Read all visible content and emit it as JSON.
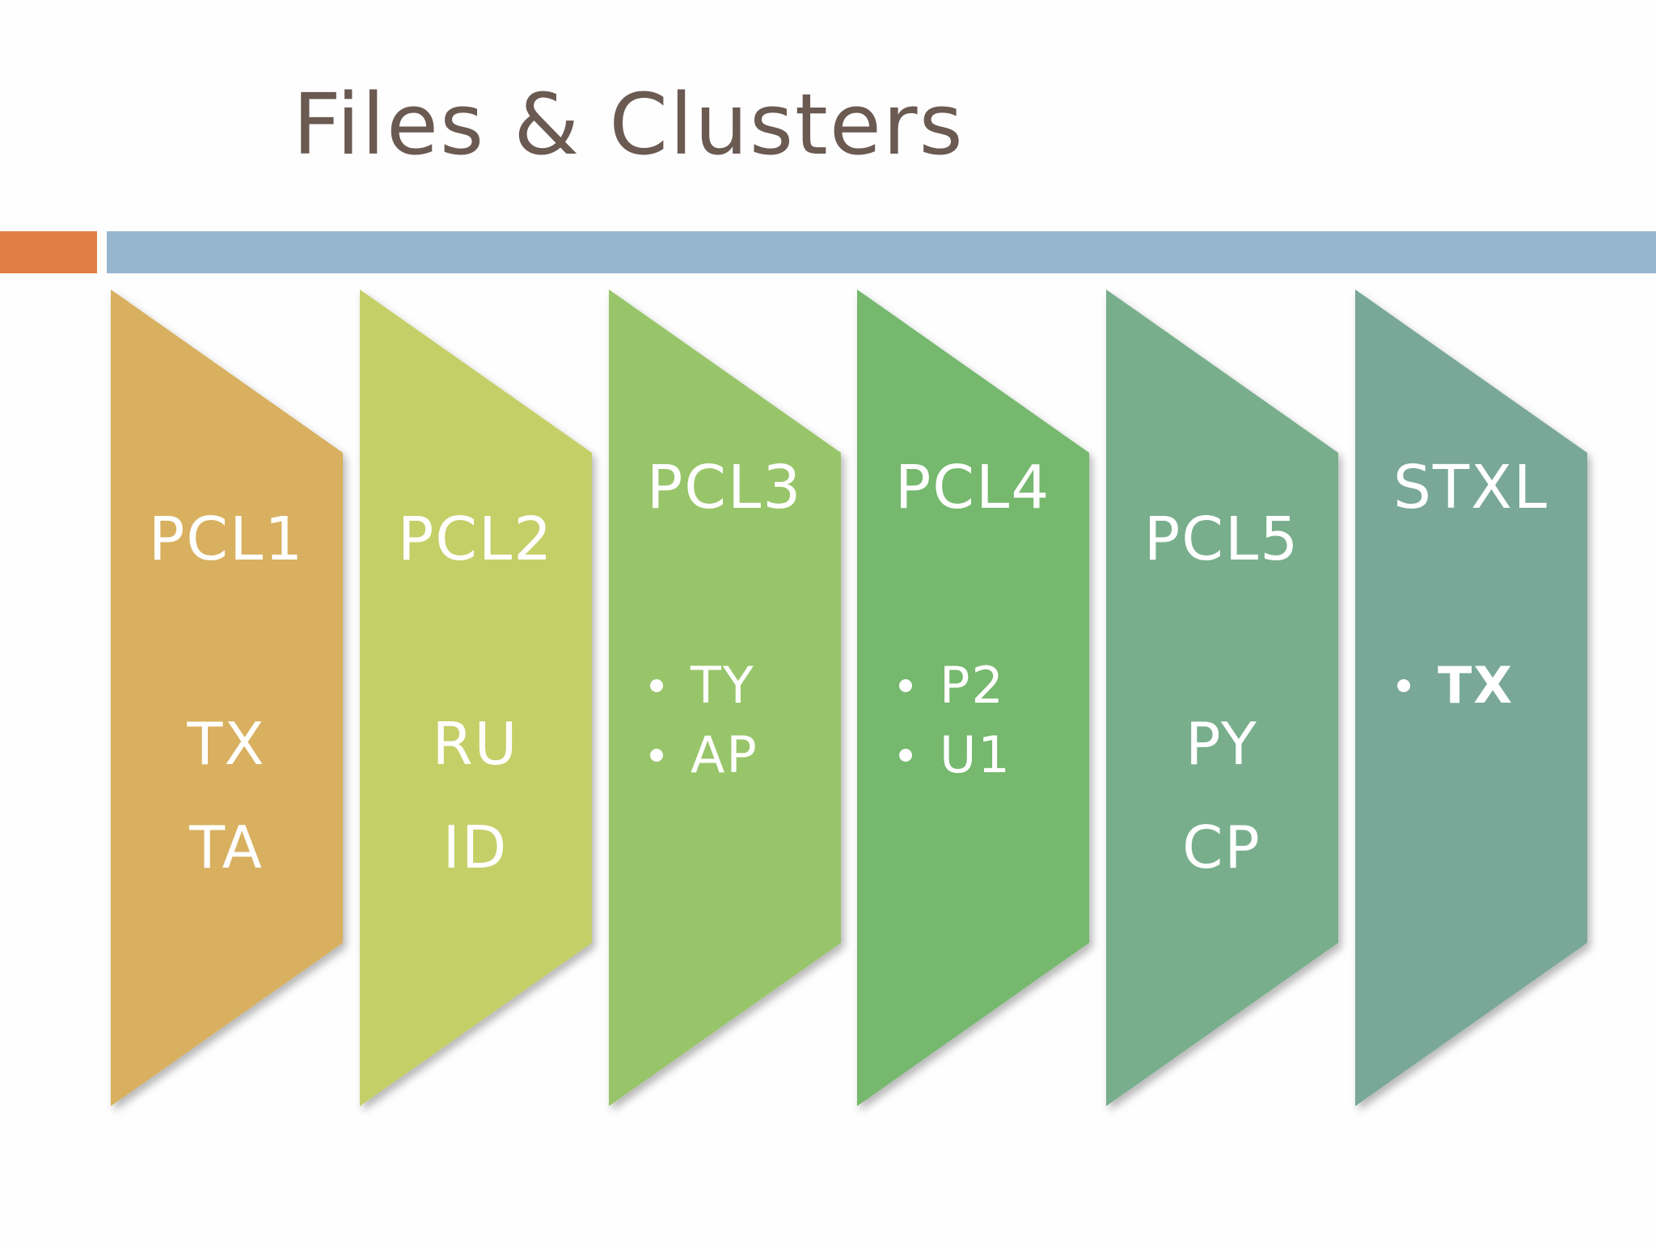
{
  "slide": {
    "title": "Files & Clusters",
    "accent_color": "#e07f43",
    "rule_color": "#96b5cf",
    "title_color": "#6b5a52"
  },
  "blocks": [
    {
      "heading": "PCL1",
      "items": [
        "TX",
        "TA"
      ],
      "bullets": [],
      "color": "#d8b05e"
    },
    {
      "heading": "PCL2",
      "items": [
        "RU",
        "ID"
      ],
      "bullets": [],
      "color": "#c5cf68"
    },
    {
      "heading": "PCL3",
      "items": [],
      "bullets": [
        "TY",
        "AP"
      ],
      "color": "#98c56b"
    },
    {
      "heading": "PCL4",
      "items": [],
      "bullets": [
        "P2",
        "U1"
      ],
      "color": "#74b86e"
    },
    {
      "heading": "PCL5",
      "items": [
        "PY",
        "CP"
      ],
      "bullets": [],
      "color": "#78ae8c"
    },
    {
      "heading": "STXL",
      "items": [],
      "bullets": [
        "TX"
      ],
      "color": "#7aa898"
    }
  ]
}
